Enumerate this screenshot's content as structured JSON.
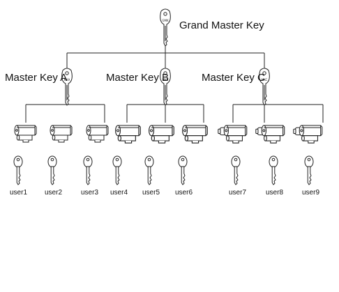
{
  "grand_master": {
    "label": "Grand Master Key",
    "stamp": "GMK"
  },
  "masters": [
    {
      "label": "Master Key A",
      "stamp": "MKA"
    },
    {
      "label": "Master Key B",
      "stamp": "MKB"
    },
    {
      "label": "Master Key C",
      "stamp": "MKC"
    }
  ],
  "users": [
    "user1",
    "user2",
    "user3",
    "user4",
    "user5",
    "user6",
    "user7",
    "user8",
    "user9"
  ],
  "colors": {
    "line": "#222222",
    "text": "#111111",
    "background": "#ffffff"
  },
  "icons": {
    "master_key": "key-icon",
    "lock": "cylinder-lock-icon",
    "user_key": "key-icon"
  }
}
